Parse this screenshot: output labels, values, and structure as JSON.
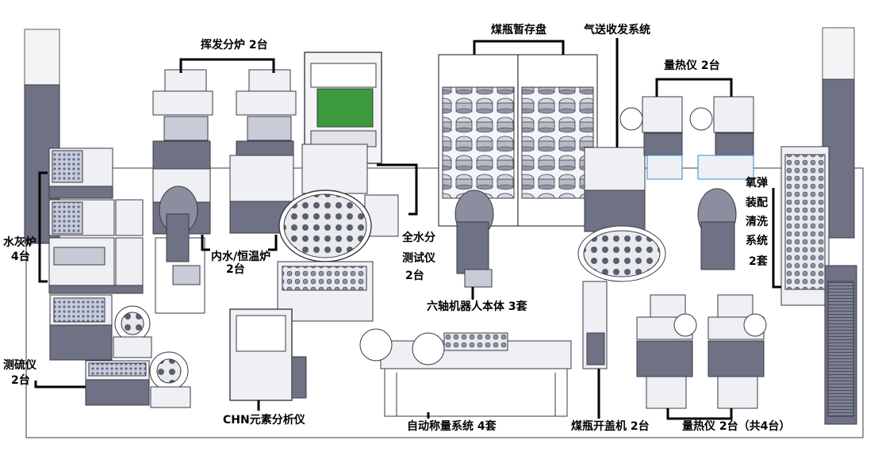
{
  "labels": {
    "volatile_furnace": "挥发分炉 2台",
    "coal_bottle_storage": "煤瓶暂存盘",
    "pneumatic_system": "气送收发系统",
    "calorimeter_top": "量热仪  2台",
    "ash_furnace_1": "水灰炉",
    "ash_furnace_2": "4台",
    "moisture_oven_1": "内水/恒温炉",
    "moisture_oven_2": "2台",
    "total_moisture_1": "全水分",
    "total_moisture_2": "测试仪",
    "total_moisture_3": "2台",
    "oxygen_bomb_1": "氧弹",
    "oxygen_bomb_2": "装配",
    "oxygen_bomb_3": "清洗",
    "oxygen_bomb_4": "系统",
    "oxygen_bomb_5": "2套",
    "robot_arm": "六轴机器人本体 3套",
    "sulfur_analyzer_1": "测硫仪",
    "sulfur_analyzer_2": "2台",
    "chn_analyzer": "CHN元素分析仪",
    "auto_weighing": "自动称量系统  4套",
    "bottle_opener": "煤瓶开盖机 2台",
    "calorimeter_bottom": "量热仪  2台（共4台）"
  },
  "colors": {
    "machine_dark": "#6f7184",
    "machine_light": "#eef0f4",
    "outline": "#3a3a44",
    "accent_blue": "#2f8fc8",
    "accent_green": "#3c9a3c",
    "floor": "#ffffff",
    "leader_line": "#000000"
  }
}
